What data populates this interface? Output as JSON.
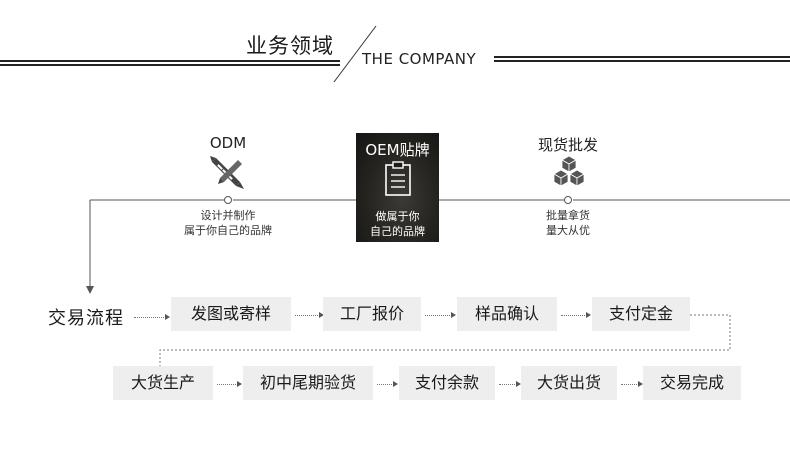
{
  "header": {
    "title_cn": "业务领域",
    "title_en": "THE COMPANY"
  },
  "services": [
    {
      "title": "ODM",
      "desc_line1": "设计并制作",
      "desc_line2": "属于你自己的品牌",
      "icon": "pencil-ruler-icon"
    },
    {
      "title": "OEM贴牌",
      "desc_line1": "做属于你",
      "desc_line2": "自己的品牌",
      "icon": "clipboard-icon"
    },
    {
      "title": "现货批发",
      "desc_line1": "批量拿货",
      "desc_line2": "量大从优",
      "icon": "stacked-boxes-icon"
    }
  ],
  "flow": {
    "label": "交易流程",
    "row1": [
      "发图或寄样",
      "工厂报价",
      "样品确认",
      "支付定金"
    ],
    "row2": [
      "大货生产",
      "初中尾期验货",
      "支付余款",
      "大货出货",
      "交易完成"
    ]
  },
  "colors": {
    "line": "#222222",
    "step_bg": "#eeeeee",
    "icon": "#444444",
    "oem_bg": "#1c1c1c"
  }
}
